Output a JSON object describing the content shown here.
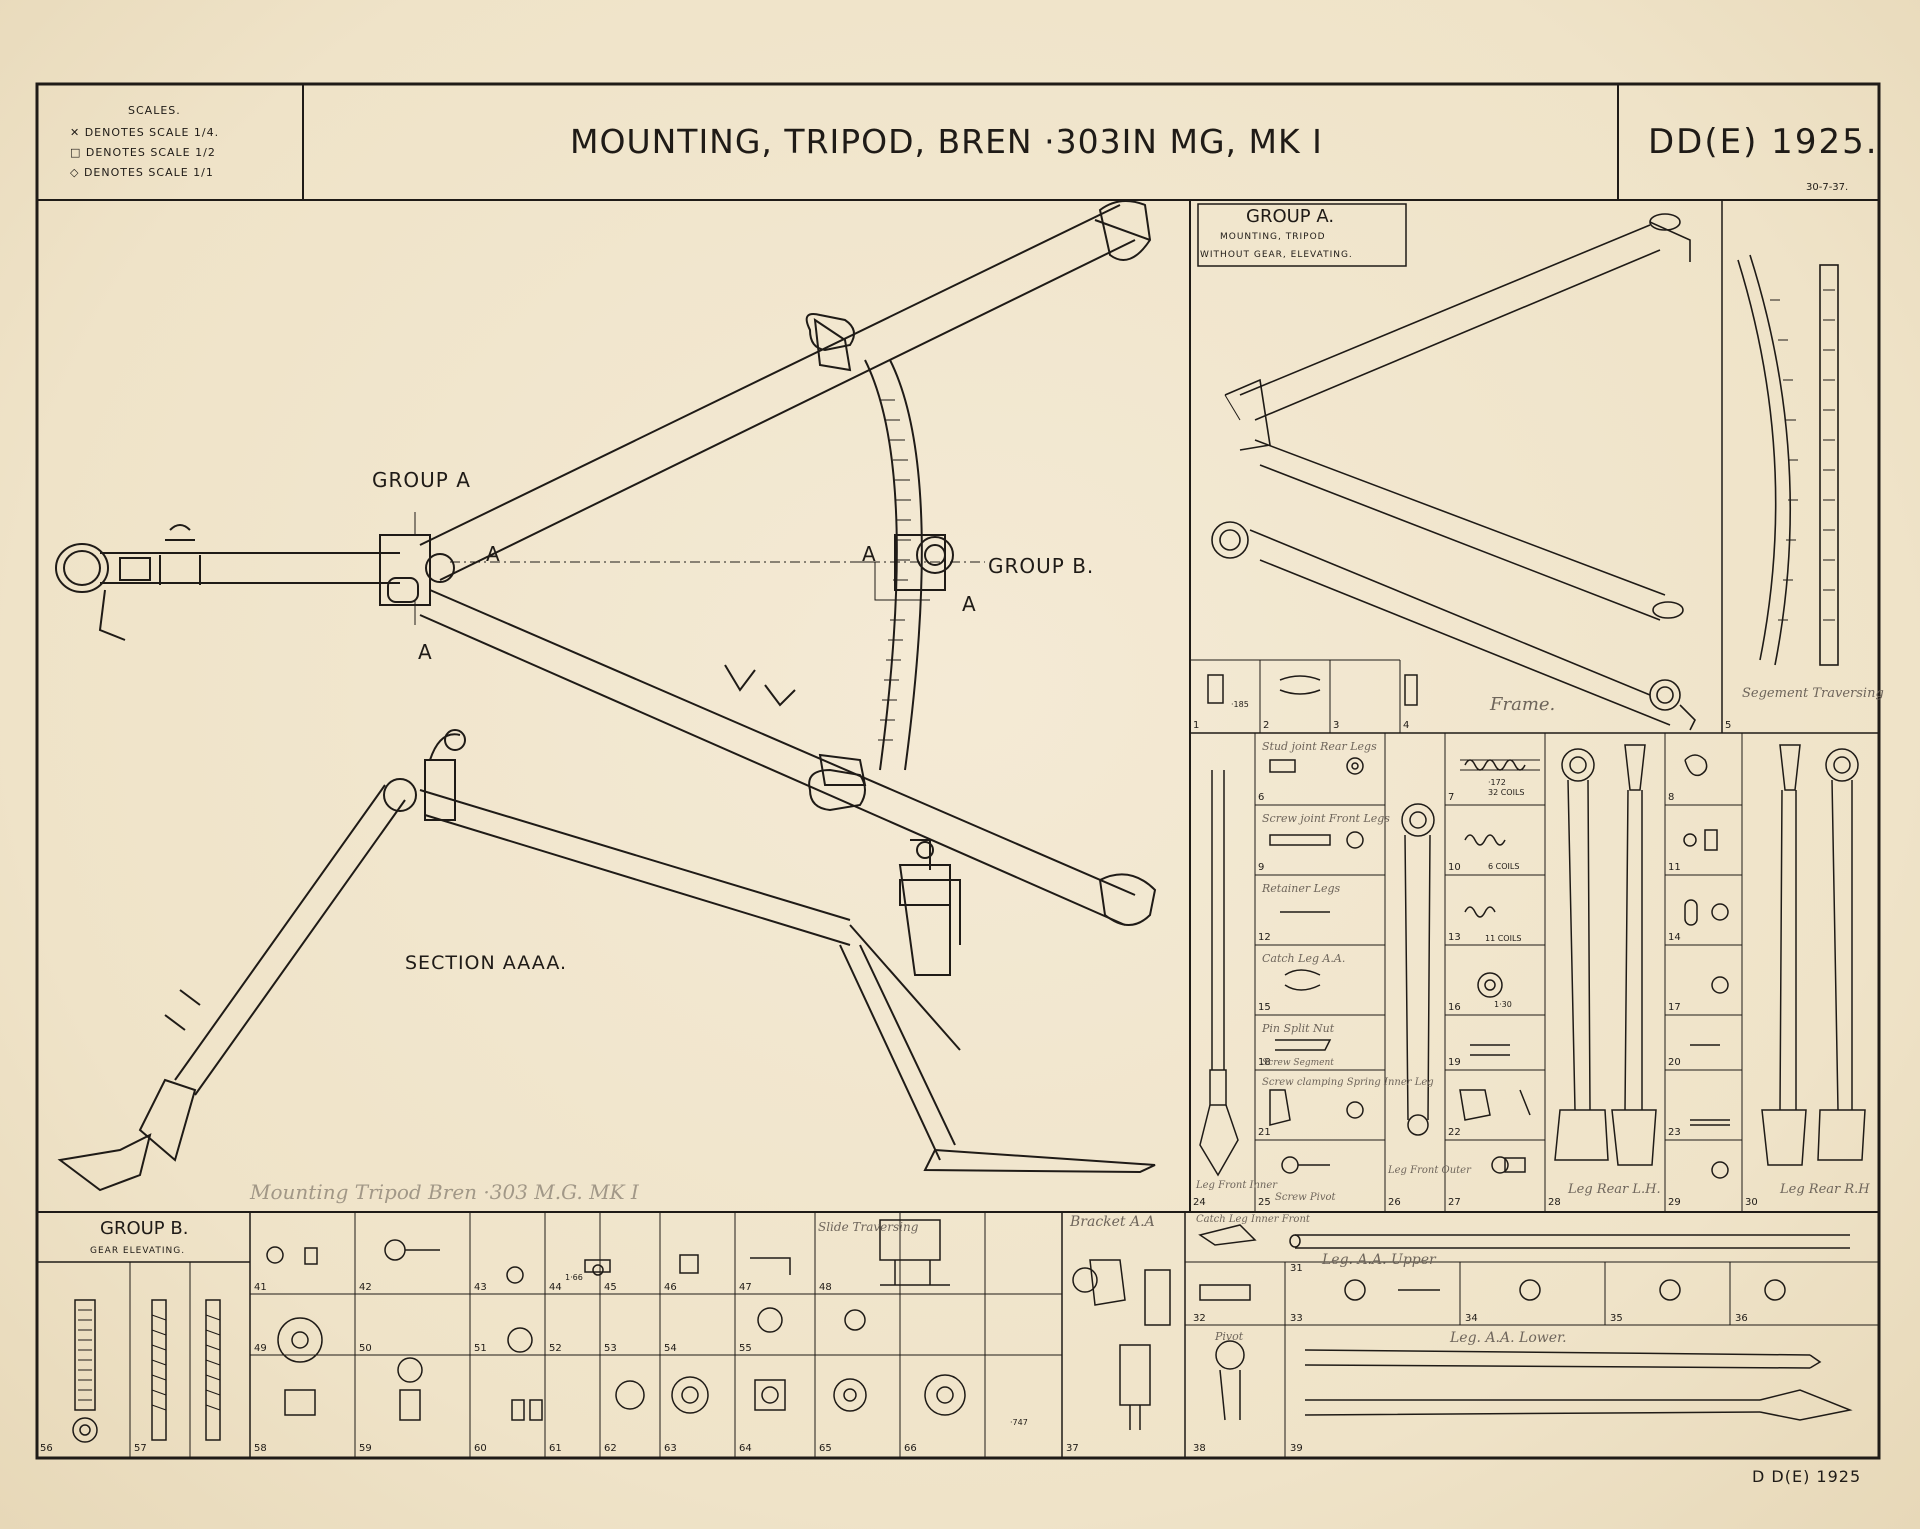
{
  "scales": {
    "heading": "SCALES.",
    "line1": "✕ DENOTES SCALE 1/4.",
    "line2": "□ DENOTES SCALE 1/2",
    "line3": "◇ DENOTES SCALE 1/1"
  },
  "title": "MOUNTING, TRIPOD, BREN ·303IN MG, MK I",
  "drawing_ref": "DD(E) 1925.",
  "date": "30-7-37.",
  "footer_ref": "D D(E) 1925",
  "main_view": {
    "group_a_label": "GROUP A",
    "group_b_label": "GROUP B.",
    "section_label": "SECTION AAAA.",
    "section_marks": [
      "A",
      "A",
      "A",
      "A"
    ]
  },
  "group_a_box": {
    "title": "GROUP A.",
    "line1": "MOUNTING, TRIPOD",
    "line2": "WITHOUT GEAR, ELEVATING."
  },
  "group_b_box": {
    "title": "GROUP B.",
    "subtitle": "GEAR ELEVATING."
  },
  "parts_right": [
    "1",
    "2",
    "3",
    "4",
    "5",
    "6",
    "7",
    "8",
    "9",
    "10",
    "11",
    "12",
    "13",
    "14",
    "15",
    "16",
    "17",
    "18",
    "19",
    "20",
    "21",
    "22",
    "23",
    "24",
    "25",
    "26",
    "27",
    "28",
    "29",
    "30"
  ],
  "parts_bottom_right": [
    "31",
    "32",
    "33",
    "34",
    "35",
    "36",
    "38",
    "39"
  ],
  "parts_bottom_left": [
    "41",
    "42",
    "43",
    "44",
    "45",
    "46",
    "47",
    "48",
    "49",
    "50",
    "51",
    "52",
    "53",
    "54",
    "55",
    "56",
    "57",
    "58",
    "59",
    "60",
    "61",
    "62",
    "63",
    "64",
    "65",
    "66",
    "37"
  ],
  "dims": {
    "d_185": "·185",
    "d_172": "·172",
    "d_32coils": "32 COILS",
    "d_6coils": "6 COILS",
    "d_11coils": "11 COILS",
    "d_130": "1·30",
    "d_166": "1·66",
    "d_747": "·747"
  },
  "handwriting": {
    "frame": "Frame.",
    "segment": "Segement Traversing",
    "stud_joint": "Stud joint Rear Legs",
    "screw_joint": "Screw joint Front Legs",
    "retainer": "Retainer Legs",
    "catch_leg": "Catch Leg A.A.",
    "pin_split": "Pin Split Nut",
    "screw_segment": "Screw Segment",
    "screw_clamping": "Screw clamping Spring Inner Leg",
    "screw_pivot": "Screw Pivot",
    "leg_front_inner": "Leg Front Inner",
    "leg_front_outer": "Leg Front Outer",
    "leg_rear_lh": "Leg Rear L.H.",
    "leg_rear_rh": "Leg Rear R.H",
    "leg_upper": "Leg. A.A. Upper",
    "leg_lower": "Leg. A.A. Lower.",
    "catch_leg_inner": "Catch Leg Inner Front",
    "pivot": "Pivot",
    "bracket": "Bracket A.A",
    "slide_traversing": "Slide Traversing",
    "stamp": "Mounting Tripod Bren ·303 M.G. MK I"
  }
}
